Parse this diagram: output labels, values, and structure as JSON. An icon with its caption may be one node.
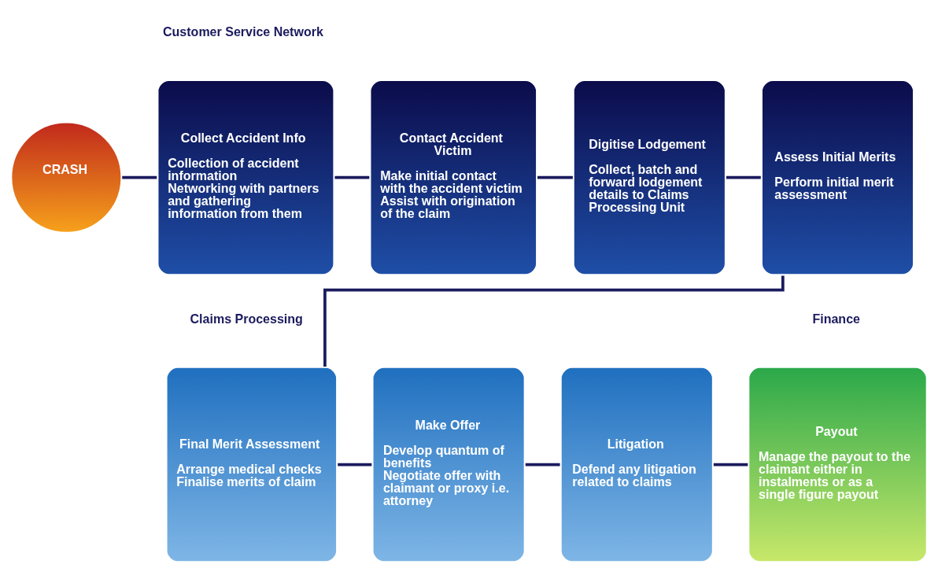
{
  "diagram": {
    "nodes": [
      {
        "text": [
          "CRASH"
        ]
      },
      {
        "text": [
          "Collect Accident Info",
          "Collection of accident information",
          "Networking with partners and gathering information from them"
        ]
      },
      {
        "text": [
          "Contact Accident Victim",
          "Make initial contact with the accident victim",
          "Assist with origination of the claim"
        ]
      },
      {
        "text": [
          "Digitise Lodgement",
          "Collect, batch and forward lodgement details to Claims Processing Unit"
        ]
      },
      {
        "text": [
          "Assess Initial Merits",
          "Perform initial merit assessment"
        ]
      },
      {
        "text": [
          "Final Merit Assessment",
          "Arrange medical checks",
          "Finalise merits of claim"
        ]
      },
      {
        "text": [
          "Make Offer",
          "Develop quantum of benefits",
          "Negotiate offer with claimant or proxy i.e. attorney"
        ]
      },
      {
        "text": [
          "Litigation",
          "Defend any litigation related to claims"
        ]
      },
      {
        "text": [
          "Payout",
          "Manage the payout to the claimant either in instalments or as a single figure payout"
        ]
      }
    ],
    "edges": [
      {
        "from": 0,
        "to": 1,
        "arrow": "none"
      },
      {
        "from": 1,
        "to": 2,
        "arrow": "none"
      },
      {
        "from": 2,
        "to": 3,
        "arrow": "none"
      },
      {
        "from": 3,
        "to": 4,
        "arrow": "none"
      },
      {
        "from": 4,
        "to": 5,
        "arrow": "none"
      },
      {
        "from": 5,
        "to": 6,
        "arrow": "none"
      },
      {
        "from": 6,
        "to": 7,
        "arrow": "none"
      },
      {
        "from": 7,
        "to": 8,
        "arrow": "none"
      }
    ],
    "labels": [
      "Customer Service Network",
      "Claims Processing",
      "Finance"
    ]
  }
}
